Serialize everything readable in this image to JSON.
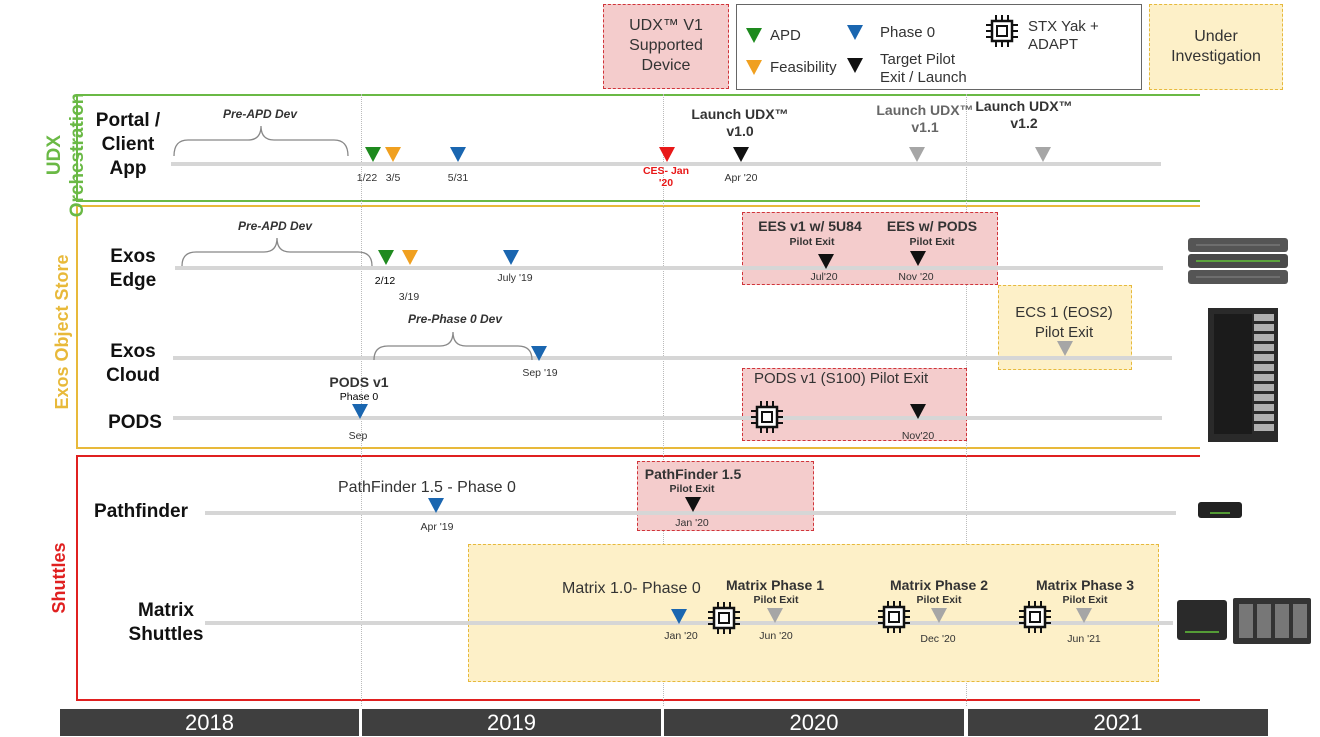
{
  "legend": {
    "udx_v1": "UDX™ V1 Supported Device",
    "apd": "APD",
    "feasibility": "Feasibility",
    "phase0": "Phase 0",
    "target_pilot": "Target Pilot Exit / Launch",
    "stx_yak": "STX Yak + ADAPT",
    "under_investigation": "Under Investigation"
  },
  "sections": {
    "udx": "UDX Orchestration",
    "exos": "Exos Object Store",
    "shuttles": "Shuttles"
  },
  "rows": {
    "portal": "Portal / Client App",
    "exos_edge": "Exos Edge",
    "exos_cloud": "Exos Cloud",
    "pods": "PODS",
    "pathfinder": "Pathfinder",
    "matrix": "Matrix Shuttles"
  },
  "portal": {
    "pre_apd": "Pre-APD Dev",
    "d_apd": "1/22",
    "d_feas": "3/5",
    "d_phase0": "5/31",
    "ces": "CES- Jan '20",
    "launch_v1_title": "Launch UDX™ v1.0",
    "launch_v1_date": "Apr '20",
    "launch_v11": "Launch UDX™ v1.1",
    "launch_v12": "Launch UDX™ v1.2"
  },
  "edge": {
    "pre_apd": "Pre-APD Dev",
    "d_apd": "2/12",
    "d_feas": "3/19",
    "d_phase0": "July '19",
    "ees_5u84": "EES v1 w/ 5U84",
    "ees_pods": "EES w/ PODS",
    "pilot_exit": "Pilot Exit",
    "d_jul20": "Jul'20",
    "d_nov20": "Nov '20"
  },
  "cloud": {
    "pre_phase0": "Pre-Phase 0 Dev",
    "d_sep19": "Sep '19",
    "ecs": "ECS 1 (EOS2) Pilot Exit"
  },
  "pods": {
    "v1_title": "PODS v1",
    "phase0": "Phase 0",
    "d_sep": "Sep",
    "s100": "PODS v1 (S100) Pilot Exit",
    "d_nov20": "Nov'20"
  },
  "pathfinder": {
    "phase0_label": "PathFinder 1.5 - Phase 0",
    "d_apr19": "Apr '19",
    "pf15": "PathFinder 1.5",
    "pilot_exit": "Pilot Exit",
    "d_jan20": "Jan '20"
  },
  "matrix": {
    "phase0_label": "Matrix 1.0- Phase 0",
    "d_jan20": "Jan '20",
    "p1": "Matrix Phase 1",
    "p2": "Matrix Phase 2",
    "p3": "Matrix Phase 3",
    "pilot_exit": "Pilot Exit",
    "d_jun20": "Jun '20",
    "d_dec20": "Dec '20",
    "d_jun21": "Jun '21"
  },
  "years": [
    "2018",
    "2019",
    "2020",
    "2021"
  ],
  "colors": {
    "udx_green": "#6ab945",
    "exos_yellow": "#e8b93a",
    "shuttle_red": "#e02020",
    "apd_green": "#1e8a1e",
    "feas_orange": "#f0a020",
    "phase0_blue": "#1a66b0"
  }
}
